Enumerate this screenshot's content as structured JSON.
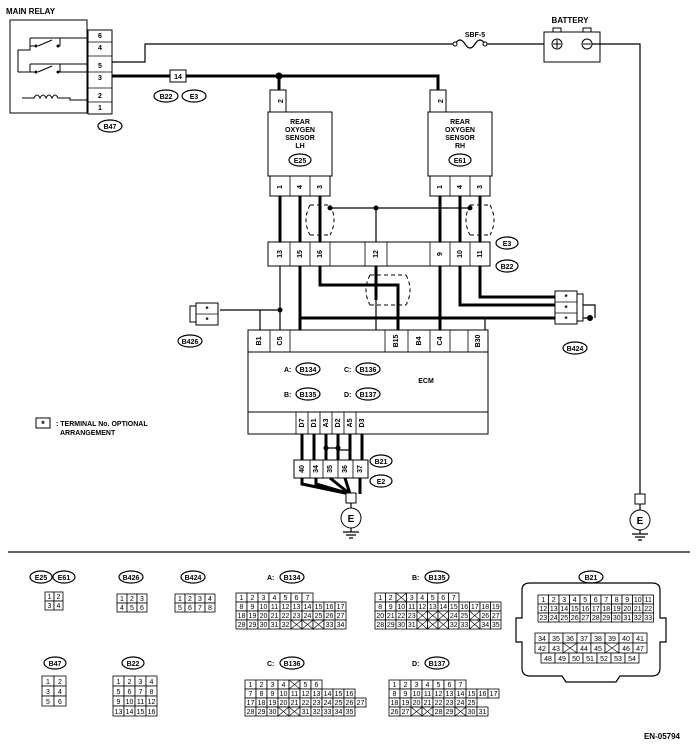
{
  "title_main_relay": "MAIN RELAY",
  "title_battery": "BATTERY",
  "fuse_label": "SBF-5",
  "relay_pins": [
    "6",
    "4",
    "5",
    "3",
    "2",
    "1"
  ],
  "relay_conn": "B47",
  "j1_pin": "14",
  "j1_tags": [
    "B22",
    "E3"
  ],
  "sensor_lh": {
    "lines": [
      "REAR",
      "OXYGEN",
      "SENSOR",
      "LH"
    ],
    "conn": "E25",
    "top_pin": "2",
    "pins": [
      "1",
      "4",
      "3"
    ]
  },
  "sensor_rh": {
    "lines": [
      "REAR",
      "OXYGEN",
      "SENSOR",
      "RH"
    ],
    "conn": "E61",
    "top_pin": "2",
    "pins": [
      "1",
      "4",
      "3"
    ]
  },
  "joint_pins": [
    "13",
    "15",
    "16",
    "12",
    "9",
    "10",
    "11"
  ],
  "joint_tags": [
    "E3",
    "B22"
  ],
  "b426": {
    "tag": "B426",
    "pins": [
      "*",
      "*"
    ]
  },
  "b424": {
    "tag": "B424",
    "pins": [
      "*",
      "*",
      "*"
    ]
  },
  "ecm": {
    "label": "ECM",
    "top_pins": [
      "B1",
      "C5",
      "B15",
      "B4",
      "C4",
      "B30"
    ],
    "bottom_pins": [
      "D7",
      "D1",
      "A3",
      "D2",
      "A5",
      "D3"
    ],
    "conns": [
      {
        "k": "A:",
        "v": "B134"
      },
      {
        "k": "C:",
        "v": "B136"
      },
      {
        "k": "B:",
        "v": "B135"
      },
      {
        "k": "D:",
        "v": "B137"
      }
    ]
  },
  "legend": {
    "star": "*",
    "lines": [
      ": TERMINAL No. OPTIONAL",
      "ARRANGEMENT"
    ]
  },
  "gnd_pins": [
    "40",
    "34",
    "35",
    "36",
    "37"
  ],
  "gnd_tags": [
    "B21",
    "E2"
  ],
  "ground_symbol": "E",
  "bottom": {
    "e25": "E25",
    "e61": "E61",
    "b426": "B426",
    "b424": "B424",
    "a_prefix": "A:",
    "a_tag": "B134",
    "b_prefix": "B:",
    "b_tag": "B135",
    "c_prefix": "C:",
    "c_tag": "B136",
    "d_prefix": "D:",
    "d_tag": "B137",
    "b21": "B21",
    "b47": "B47",
    "b22": "B22",
    "grid_e25": [
      [
        "1",
        "2"
      ],
      [
        "3",
        "4"
      ]
    ],
    "grid_b426": [
      [
        "1",
        "2",
        "3"
      ],
      [
        "4",
        "5",
        "6"
      ]
    ],
    "grid_b424": [
      [
        "1",
        "2",
        "3",
        "4"
      ],
      [
        "5",
        "6",
        "7",
        "8"
      ]
    ],
    "grid_b47": [
      [
        "1",
        "2"
      ],
      [
        "3",
        "4"
      ],
      [
        "5",
        "6"
      ]
    ],
    "grid_b22": [
      [
        "1",
        "2",
        "3",
        "4"
      ],
      [
        "5",
        "6",
        "7",
        "8"
      ],
      [
        "9",
        "10",
        "11",
        "12"
      ],
      [
        "13",
        "14",
        "15",
        "16"
      ]
    ],
    "grid_a": [
      [
        "1",
        "2",
        "3",
        "4",
        "5",
        "6",
        "7"
      ],
      [
        "8",
        "9",
        "10",
        "11",
        "12",
        "13",
        "14",
        "15",
        "16",
        "17"
      ],
      [
        "18",
        "19",
        "20",
        "21",
        "22",
        "23",
        "24",
        "25",
        "26",
        "27"
      ],
      [
        "28",
        "29",
        "30",
        "31",
        "32",
        "",
        "",
        "",
        "33",
        "34"
      ]
    ],
    "grid_b": [
      [
        "1",
        "2",
        "",
        "3",
        "4",
        "5",
        "6",
        "7"
      ],
      [
        "8",
        "9",
        "10",
        "11",
        "12",
        "13",
        "14",
        "15",
        "16",
        "17",
        "18",
        "19"
      ],
      [
        "20",
        "21",
        "22",
        "23",
        "",
        "",
        "",
        "24",
        "25",
        "",
        "26",
        "27"
      ],
      [
        "28",
        "29",
        "30",
        "31",
        "",
        "",
        "",
        "32",
        "33",
        "",
        "34",
        "35"
      ]
    ],
    "grid_c": [
      [
        "1",
        "2",
        "3",
        "4",
        "",
        "5",
        "6"
      ],
      [
        "7",
        "8",
        "9",
        "10",
        "11",
        "12",
        "13",
        "14",
        "15",
        "16"
      ],
      [
        "17",
        "18",
        "19",
        "20",
        "21",
        "22",
        "23",
        "24",
        "25",
        "26",
        "27"
      ],
      [
        "28",
        "29",
        "30",
        "",
        "",
        "31",
        "32",
        "33",
        "34",
        "35"
      ]
    ],
    "grid_d": [
      [
        "1",
        "2",
        "3",
        "4",
        "5",
        "6",
        "7"
      ],
      [
        "8",
        "9",
        "10",
        "11",
        "12",
        "13",
        "14",
        "15",
        "16",
        "17"
      ],
      [
        "18",
        "19",
        "20",
        "21",
        "22",
        "23",
        "24",
        "25"
      ],
      [
        "26",
        "27",
        "",
        "",
        "28",
        "29",
        "",
        "30",
        "31"
      ]
    ],
    "grid_b21_top": [
      [
        "1",
        "2",
        "3",
        "4",
        "5",
        "6",
        "7",
        "8",
        "9",
        "10",
        "11"
      ],
      [
        "12",
        "13",
        "14",
        "15",
        "16",
        "17",
        "18",
        "19",
        "20",
        "21",
        "22"
      ],
      [
        "23",
        "24",
        "25",
        "26",
        "27",
        "28",
        "29",
        "30",
        "31",
        "32",
        "33"
      ]
    ],
    "grid_b21_bot": [
      [
        "34",
        "35",
        "36",
        "37",
        "38",
        "39",
        "40",
        "41"
      ],
      [
        "42",
        "43",
        "",
        "44",
        "45",
        "",
        "46",
        "47"
      ],
      [
        "48",
        "49",
        "50",
        "51",
        "52",
        "53",
        "54"
      ]
    ]
  },
  "footer_code": "EN-05794"
}
